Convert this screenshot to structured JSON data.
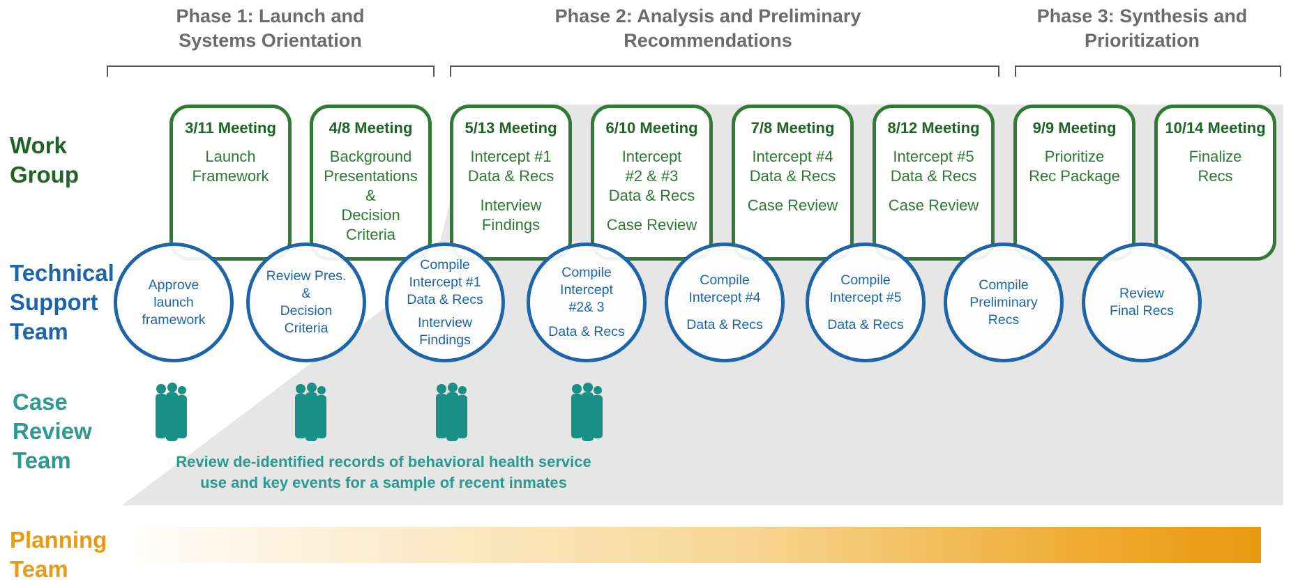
{
  "phases": [
    {
      "line1": "Phase 1: Launch and",
      "line2": "Systems Orientation"
    },
    {
      "line1": "Phase 2: Analysis and Preliminary",
      "line2": "Recommendations"
    },
    {
      "line1": "Phase 3: Synthesis and",
      "line2": "Prioritization"
    }
  ],
  "rows": {
    "work_group": {
      "line1": "Work",
      "line2": "Group",
      "color": "#1f6424"
    },
    "technical_support": {
      "line1": "Technical",
      "line2": "Support",
      "line3": "Team",
      "color": "#1d64a8"
    },
    "case_review": {
      "line1": "Case",
      "line2": "Review",
      "line3": "Team",
      "color": "#2b9a90"
    },
    "planning": {
      "line1": "Planning",
      "line2": "Team",
      "color": "#e99a10"
    }
  },
  "meetings": [
    {
      "date": "3/11 Meeting",
      "lines": [
        "Launch",
        "Framework"
      ]
    },
    {
      "date": "4/8 Meeting",
      "lines": [
        "Background",
        "Presentations",
        "&",
        "Decision",
        "Criteria"
      ]
    },
    {
      "date": "5/13 Meeting",
      "lines": [
        "Intercept #1",
        "Data & Recs"
      ],
      "extra": [
        "Interview",
        "Findings"
      ]
    },
    {
      "date": "6/10 Meeting",
      "lines": [
        "Intercept",
        "#2 & #3",
        "Data & Recs"
      ],
      "extra": [
        "Case Review"
      ]
    },
    {
      "date": "7/8 Meeting",
      "lines": [
        "Intercept  #4",
        "Data & Recs"
      ],
      "extra": [
        "Case Review"
      ]
    },
    {
      "date": "8/12 Meeting",
      "lines": [
        "Intercept #5",
        "Data & Recs"
      ],
      "extra": [
        "Case Review"
      ]
    },
    {
      "date": "9/9 Meeting",
      "lines": [
        "Prioritize",
        "Rec Package"
      ]
    },
    {
      "date": "10/14 Meeting",
      "lines": [
        "Finalize",
        "Recs"
      ]
    }
  ],
  "tasks": [
    {
      "lines": [
        "Approve",
        "launch",
        "framework"
      ]
    },
    {
      "lines": [
        "Review Pres.",
        "&",
        "Decision",
        "Criteria"
      ]
    },
    {
      "lines": [
        "Compile",
        "Intercept #1",
        "Data & Recs"
      ],
      "extra": [
        "Interview",
        "Findings"
      ]
    },
    {
      "lines": [
        "Compile",
        "Intercept",
        "#2& 3"
      ],
      "extra": [
        "Data & Recs"
      ]
    },
    {
      "lines": [
        "Compile",
        "Intercept #4"
      ],
      "extra": [
        "Data & Recs"
      ]
    },
    {
      "lines": [
        "Compile",
        "Intercept #5"
      ],
      "extra": [
        "Data & Recs"
      ]
    },
    {
      "lines": [
        "Compile",
        "Preliminary",
        "Recs"
      ]
    },
    {
      "lines": [
        "Review",
        "Final Recs"
      ]
    }
  ],
  "case_review_text": {
    "line1": "Review de-identified records of behavioral health service",
    "line2": "use and key events for a sample of recent inmates"
  },
  "people_icon": "group-of-people-icon"
}
